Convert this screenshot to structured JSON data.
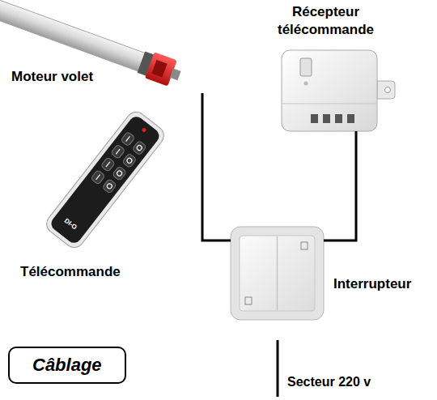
{
  "diagram": {
    "nodes": [
      {
        "text": [
          "Moteur volet"
        ]
      },
      {
        "text": [
          "Récepteur télécommande"
        ]
      },
      {
        "text": [
          "Télécommande"
        ]
      },
      {
        "text": [
          "Interrupteur"
        ]
      },
      {
        "text": [
          "Câblage"
        ]
      }
    ],
    "edges": [
      {
        "from": 0,
        "to": 3,
        "arrow": "none"
      },
      {
        "from": 1,
        "to": 3,
        "arrow": "none"
      }
    ],
    "labels": [
      "DI-O",
      "Secteur 220 v"
    ]
  }
}
